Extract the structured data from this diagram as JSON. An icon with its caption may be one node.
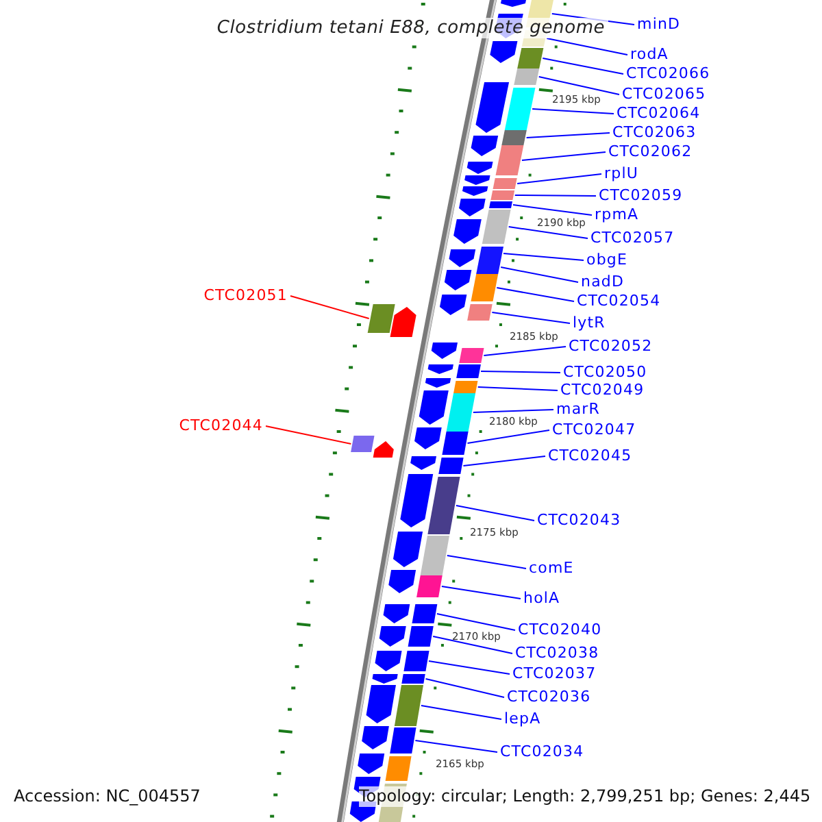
{
  "diagram": {
    "title": "Clostridium tetani E88, complete genome",
    "nodes": [
      {
        "text": [
          "minD"
        ]
      },
      {
        "text": [
          "rodA"
        ]
      },
      {
        "text": [
          "CTC02066"
        ]
      },
      {
        "text": [
          "CTC02065"
        ]
      },
      {
        "text": [
          "CTC02064"
        ]
      },
      {
        "text": [
          "CTC02063"
        ]
      },
      {
        "text": [
          "CTC02062"
        ]
      },
      {
        "text": [
          "rplU"
        ]
      },
      {
        "text": [
          "CTC02059"
        ]
      },
      {
        "text": [
          "rpmA"
        ]
      },
      {
        "text": [
          "CTC02057"
        ]
      },
      {
        "text": [
          "obgE"
        ]
      },
      {
        "text": [
          "nadD"
        ]
      },
      {
        "text": [
          "CTC02054"
        ]
      },
      {
        "text": [
          "CTC02051"
        ]
      },
      {
        "text": [
          "lytR"
        ]
      },
      {
        "text": [
          "CTC02052"
        ]
      },
      {
        "text": [
          "CTC02050"
        ]
      },
      {
        "text": [
          "CTC02049"
        ]
      },
      {
        "text": [
          "marR"
        ]
      },
      {
        "text": [
          "CTC02044"
        ]
      },
      {
        "text": [
          "CTC02047"
        ]
      },
      {
        "text": [
          "CTC02045"
        ]
      },
      {
        "text": [
          "CTC02043"
        ]
      },
      {
        "text": [
          "comE"
        ]
      },
      {
        "text": [
          "holA"
        ]
      },
      {
        "text": [
          "CTC02040"
        ]
      },
      {
        "text": [
          "CTC02038"
        ]
      },
      {
        "text": [
          "CTC02037"
        ]
      },
      {
        "text": [
          "CTC02036"
        ]
      },
      {
        "text": [
          "lepA"
        ]
      },
      {
        "text": [
          "CTC02034"
        ]
      },
      {
        "text": [],
        "shape": "box"
      },
      {
        "text": [],
        "shape": "box"
      },
      {
        "text": [],
        "shape": "box"
      },
      {
        "text": [],
        "shape": "box"
      },
      {
        "text": [],
        "shape": "box"
      },
      {
        "text": [],
        "shape": "box"
      },
      {
        "text": [],
        "shape": "box"
      },
      {
        "text": [],
        "shape": "box"
      },
      {
        "text": [],
        "shape": "box"
      },
      {
        "text": [],
        "shape": "box"
      },
      {
        "text": [],
        "shape": "box"
      },
      {
        "text": [],
        "shape": "box"
      },
      {
        "text": [],
        "shape": "box"
      },
      {
        "text": [],
        "shape": "box"
      },
      {
        "text": [],
        "shape": "box"
      },
      {
        "text": [],
        "shape": "box"
      },
      {
        "text": [],
        "shape": "box"
      },
      {
        "text": [],
        "shape": "box"
      },
      {
        "text": [],
        "shape": "box"
      },
      {
        "text": [],
        "shape": "box"
      },
      {
        "text": [],
        "shape": "box"
      },
      {
        "text": [],
        "shape": "box"
      },
      {
        "text": [],
        "shape": "box"
      },
      {
        "text": [],
        "shape": "box"
      },
      {
        "text": [],
        "shape": "box"
      },
      {
        "text": [],
        "shape": "box"
      },
      {
        "text": [],
        "shape": "box"
      },
      {
        "text": [],
        "shape": "box"
      },
      {
        "text": [],
        "shape": "box"
      },
      {
        "text": [],
        "shape": "box"
      },
      {
        "text": [],
        "shape": "box"
      },
      {
        "text": [],
        "shape": "box"
      }
    ],
    "edges": [
      {
        "from": 0,
        "to": 32,
        "arrow": "none"
      },
      {
        "from": 1,
        "to": 33,
        "arrow": "none"
      },
      {
        "from": 2,
        "to": 34,
        "arrow": "none"
      },
      {
        "from": 3,
        "to": 35,
        "arrow": "none"
      },
      {
        "from": 4,
        "to": 36,
        "arrow": "none"
      },
      {
        "from": 5,
        "to": 37,
        "arrow": "none"
      },
      {
        "from": 6,
        "to": 38,
        "arrow": "none"
      },
      {
        "from": 7,
        "to": 39,
        "arrow": "none"
      },
      {
        "from": 8,
        "to": 40,
        "arrow": "none"
      },
      {
        "from": 9,
        "to": 41,
        "arrow": "none"
      },
      {
        "from": 10,
        "to": 42,
        "arrow": "none"
      },
      {
        "from": 11,
        "to": 43,
        "arrow": "none"
      },
      {
        "from": 12,
        "to": 44,
        "arrow": "none"
      },
      {
        "from": 13,
        "to": 45,
        "arrow": "none"
      },
      {
        "from": 14,
        "to": 46,
        "arrow": "none",
        "color": "#ff0000"
      },
      {
        "from": 15,
        "to": 47,
        "arrow": "none"
      },
      {
        "from": 16,
        "to": 48,
        "arrow": "none"
      },
      {
        "from": 17,
        "to": 49,
        "arrow": "none"
      },
      {
        "from": 18,
        "to": 50,
        "arrow": "none"
      },
      {
        "from": 19,
        "to": 51,
        "arrow": "none"
      },
      {
        "from": 20,
        "to": 53,
        "arrow": "none",
        "color": "#ff0000"
      },
      {
        "from": 21,
        "to": 52,
        "arrow": "none"
      },
      {
        "from": 22,
        "to": 54,
        "arrow": "none"
      },
      {
        "from": 23,
        "to": 55,
        "arrow": "none"
      },
      {
        "from": 24,
        "to": 56,
        "arrow": "none"
      },
      {
        "from": 25,
        "to": 57,
        "arrow": "none"
      },
      {
        "from": 26,
        "to": 58,
        "arrow": "none"
      },
      {
        "from": 27,
        "to": 59,
        "arrow": "none"
      },
      {
        "from": 28,
        "to": 60,
        "arrow": "none"
      },
      {
        "from": 29,
        "to": 61,
        "arrow": "none"
      },
      {
        "from": 30,
        "to": 62,
        "arrow": "none"
      },
      {
        "from": 31,
        "to": 63,
        "arrow": "none"
      }
    ],
    "labels": [
      "2195 kbp",
      "2190 kbp",
      "2185 kbp",
      "2180 kbp",
      "2175 kbp",
      "2170 kbp",
      "2165 kbp",
      "Accession: NC_004557",
      "Topology: circular; Length: 2,799,251 bp; Genes: 2,445"
    ]
  }
}
